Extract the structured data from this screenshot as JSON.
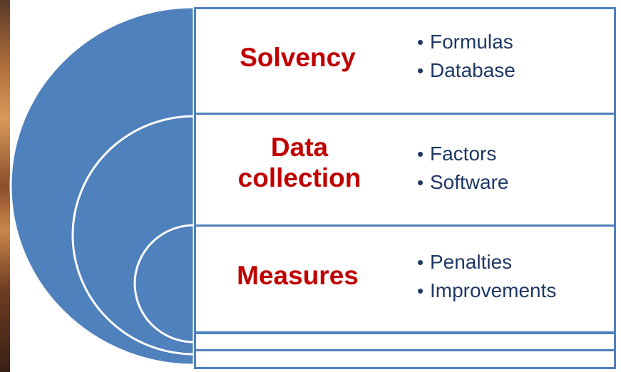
{
  "colors": {
    "arc_fill": "#4f81bd",
    "arc_stroke": "#ffffff",
    "panel_border": "#4f81bd",
    "term_text": "#c00000",
    "bullet_text": "#1f3864"
  },
  "rows": [
    {
      "term": "Solvency",
      "bullets": [
        "Formulas",
        "Database"
      ]
    },
    {
      "term": "Data collection",
      "bullets": [
        "Factors",
        "Software"
      ]
    },
    {
      "term": "Measures",
      "bullets": [
        "Penalties",
        "Improvements"
      ]
    }
  ]
}
